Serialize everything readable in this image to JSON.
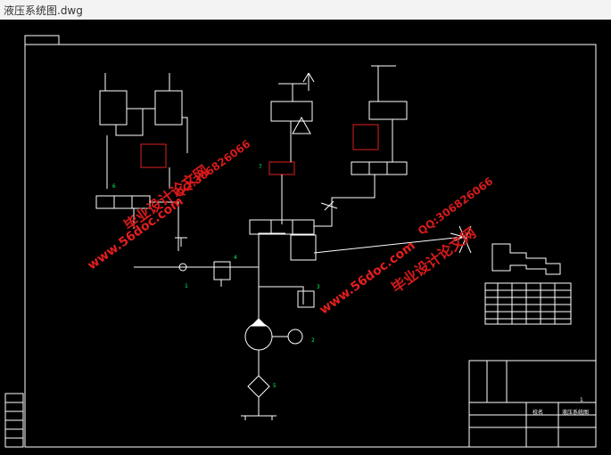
{
  "window": {
    "title": "液压系统图.dwg"
  },
  "watermarks": [
    {
      "text": "毕业设计论文网",
      "kind": "red"
    },
    {
      "text": "www.56doc.com",
      "kind": "red"
    },
    {
      "text": "QQ:306826066",
      "kind": "red"
    },
    {
      "text": "毕业设计论文网",
      "kind": "red"
    },
    {
      "text": "www.56doc.com",
      "kind": "red"
    },
    {
      "text": "QQ:306826066",
      "kind": "red"
    }
  ],
  "callouts": {
    "c1": "1",
    "c2": "2",
    "c3": "3",
    "c4": "4",
    "c5": "5",
    "c6": "6",
    "c7": "7"
  },
  "titleblock": {
    "school": "校名",
    "drawing": "液压系统图",
    "sheet": "1"
  },
  "colors": {
    "background": "#000000",
    "lines": "#ffffff",
    "labels": "#00ff66",
    "highlight": "#e02020",
    "watermark": "#d61a1a"
  }
}
